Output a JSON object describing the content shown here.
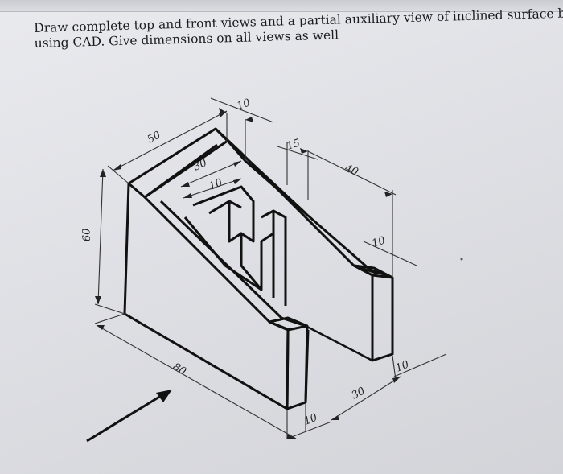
{
  "question": {
    "line1": "Draw complete top and front views and a partial auxiliary view of inclined surface by",
    "line2": "using CAD. Give dimensions on all views as well"
  },
  "dimensions": {
    "d10_top": "10",
    "d50": "50",
    "d15": "15",
    "d40": "40",
    "d30_inner": "30",
    "d10_inner": "10",
    "d60": "60",
    "d10_right": "10",
    "d80": "80",
    "d30_bottom": "30",
    "d10_bottom_right": "10",
    "d10_bottom": "10"
  }
}
